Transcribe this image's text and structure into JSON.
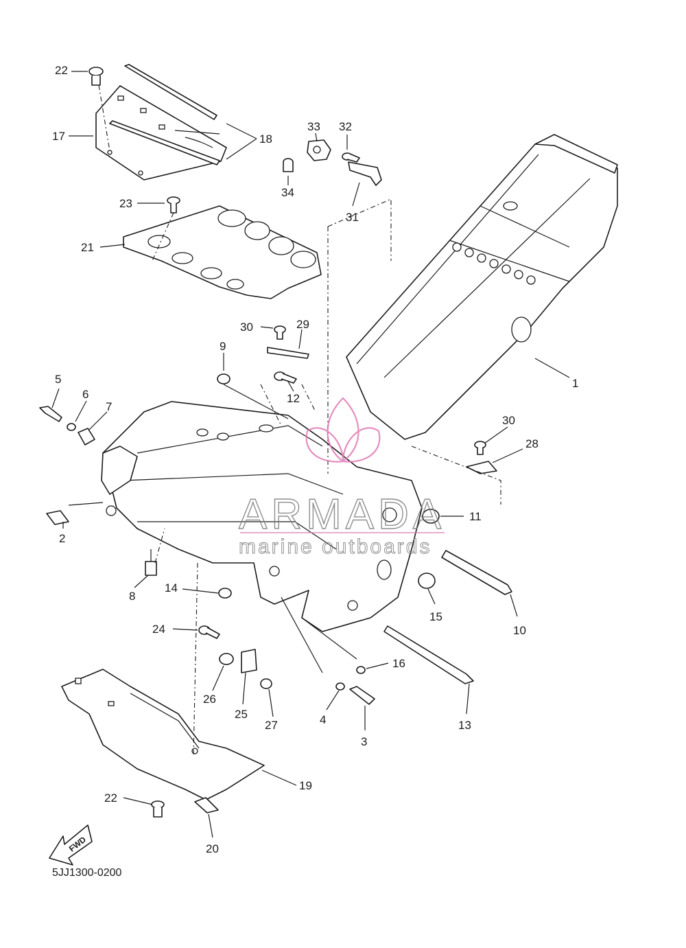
{
  "diagram": {
    "code": "5JJ1300-0200",
    "fwd_label": "FWD",
    "watermark": {
      "brand": "ARMADA",
      "tagline": "marine outboards",
      "accent_color": "#e07ab4",
      "text_color": "#7b7b7b"
    },
    "callouts": [
      {
        "id": "c22a",
        "label": "22"
      },
      {
        "id": "c17",
        "label": "17"
      },
      {
        "id": "c18",
        "label": "18"
      },
      {
        "id": "c23",
        "label": "23"
      },
      {
        "id": "c21",
        "label": "21"
      },
      {
        "id": "c33",
        "label": "33"
      },
      {
        "id": "c32",
        "label": "32"
      },
      {
        "id": "c34",
        "label": "34"
      },
      {
        "id": "c31",
        "label": "31"
      },
      {
        "id": "c30a",
        "label": "30"
      },
      {
        "id": "c29",
        "label": "29"
      },
      {
        "id": "c9",
        "label": "9"
      },
      {
        "id": "c12",
        "label": "12"
      },
      {
        "id": "c1",
        "label": "1"
      },
      {
        "id": "c5",
        "label": "5"
      },
      {
        "id": "c6",
        "label": "6"
      },
      {
        "id": "c7",
        "label": "7"
      },
      {
        "id": "c30b",
        "label": "30"
      },
      {
        "id": "c28",
        "label": "28"
      },
      {
        "id": "c11",
        "label": "11"
      },
      {
        "id": "c2",
        "label": "2"
      },
      {
        "id": "c8",
        "label": "8"
      },
      {
        "id": "c14",
        "label": "14"
      },
      {
        "id": "c15",
        "label": "15"
      },
      {
        "id": "c10",
        "label": "10"
      },
      {
        "id": "c24",
        "label": "24"
      },
      {
        "id": "c16",
        "label": "16"
      },
      {
        "id": "c26",
        "label": "26"
      },
      {
        "id": "c25",
        "label": "25"
      },
      {
        "id": "c27",
        "label": "27"
      },
      {
        "id": "c4",
        "label": "4"
      },
      {
        "id": "c3",
        "label": "3"
      },
      {
        "id": "c13",
        "label": "13"
      },
      {
        "id": "c19",
        "label": "19"
      },
      {
        "id": "c22b",
        "label": "22"
      },
      {
        "id": "c20",
        "label": "20"
      }
    ]
  }
}
